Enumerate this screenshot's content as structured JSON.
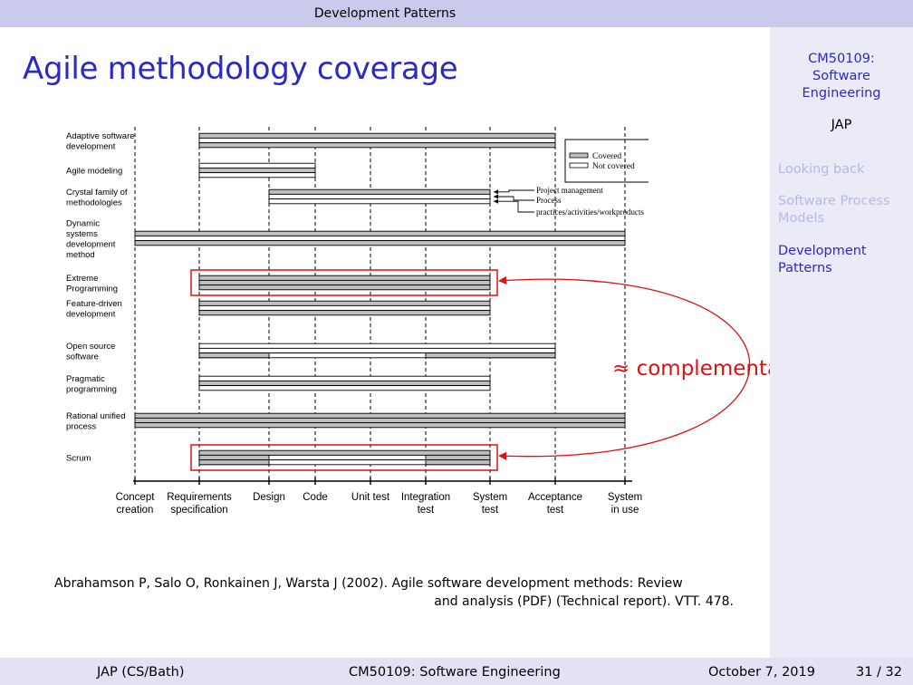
{
  "header": {
    "section": "Development Patterns"
  },
  "frame": {
    "title": "Agile methodology coverage"
  },
  "sidebar": {
    "course_line1": "CM50109:",
    "course_line2": "Software",
    "course_line3": "Engineering",
    "author": "JAP",
    "nav": [
      {
        "label": "Looking back",
        "state": "faded"
      },
      {
        "label": "Software Process Models",
        "state": "faded"
      },
      {
        "label": "Development Patterns",
        "state": "active"
      }
    ]
  },
  "diagram": {
    "phases": [
      [
        "Concept",
        "creation"
      ],
      [
        "Requirements",
        "specification"
      ],
      [
        "Design"
      ],
      [
        "Code"
      ],
      [
        "Unit test"
      ],
      [
        "Integration",
        "test"
      ],
      [
        "System",
        "test"
      ],
      [
        "Acceptance",
        "test"
      ],
      [
        "System",
        "in use"
      ]
    ],
    "methods": [
      {
        "label": [
          "Adaptive software",
          "development"
        ],
        "bars": [
          {
            "from": 1,
            "to": 7,
            "tracks": [
              "covered",
              "uncovered",
              "covered"
            ]
          }
        ]
      },
      {
        "label": [
          "Agile modeling"
        ],
        "bars": [
          {
            "from": 1,
            "to": 3,
            "tracks": [
              "uncovered",
              "covered",
              "uncovered"
            ]
          }
        ]
      },
      {
        "label": [
          "Crystal family of",
          "methodologies"
        ],
        "bars": [
          {
            "from": 2,
            "to": 6,
            "tracks": [
              "covered",
              "uncovered",
              "uncovered"
            ]
          }
        ]
      },
      {
        "label": [
          "Dynamic",
          "systems",
          "development",
          "method"
        ],
        "bars": [
          {
            "from": 0,
            "to": 8,
            "tracks": [
              "covered",
              "uncovered",
              "covered"
            ]
          }
        ]
      },
      {
        "label": [
          "Extreme",
          "Programming"
        ],
        "bars": [
          {
            "from": 1,
            "to": 6,
            "tracks": [
              "covered",
              "covered",
              "covered"
            ]
          }
        ]
      },
      {
        "label": [
          "Feature-driven",
          "development"
        ],
        "bars": [
          {
            "from": 1,
            "to": 6,
            "tracks": [
              "covered",
              "uncovered",
              "covered"
            ]
          }
        ]
      },
      {
        "label": [
          "Open source",
          "software"
        ],
        "bars": [
          {
            "from": 1,
            "to": 7,
            "tracks": [
              "uncovered",
              "uncovered",
              "uncovered"
            ]
          },
          {
            "from": 1,
            "to": 2,
            "tracks": [
              "none",
              "none",
              "covered"
            ]
          },
          {
            "from": 5,
            "to": 7,
            "tracks": [
              "none",
              "none",
              "covered"
            ]
          }
        ]
      },
      {
        "label": [
          "Pragmatic",
          "programming"
        ],
        "bars": [
          {
            "from": 1,
            "to": 6,
            "tracks": [
              "uncovered",
              "covered",
              "uncovered"
            ]
          }
        ]
      },
      {
        "label": [
          "Rational unified",
          "process"
        ],
        "bars": [
          {
            "from": 0,
            "to": 8,
            "tracks": [
              "covered",
              "covered",
              "covered"
            ]
          }
        ]
      },
      {
        "label": [
          "Scrum"
        ],
        "bars": [
          {
            "from": 1,
            "to": 6,
            "tracks": [
              "covered",
              "uncovered",
              "uncovered"
            ]
          },
          {
            "from": 1,
            "to": 2,
            "tracks": [
              "none",
              "covered",
              "covered"
            ]
          },
          {
            "from": 5,
            "to": 6,
            "tracks": [
              "none",
              "covered",
              "covered"
            ]
          }
        ]
      }
    ],
    "legend": {
      "covered": "Covered",
      "not_covered": "Not covered"
    },
    "track_annotations": [
      "Project management",
      "Process",
      "practices/activities/workproducts"
    ],
    "highlight_rows": [
      4,
      9
    ],
    "highlight_from": 1,
    "highlight_to": 6,
    "annotation": "≈ complementary",
    "colors": {
      "covered": "#bfbfbf",
      "uncovered": "#ffffff",
      "highlight": "#dd1111",
      "axis": "#000000"
    }
  },
  "citation": {
    "line1": "Abrahamson P, Salo O, Ronkainen J, Warsta J (2002). Agile software development methods: Review",
    "line2": "and analysis (PDF) (Technical report). VTT. 478."
  },
  "footer": {
    "author": "JAP  (CS/Bath)",
    "course": "CM50109: Software Engineering",
    "date": "October 7, 2019",
    "page": "31 / 32"
  }
}
